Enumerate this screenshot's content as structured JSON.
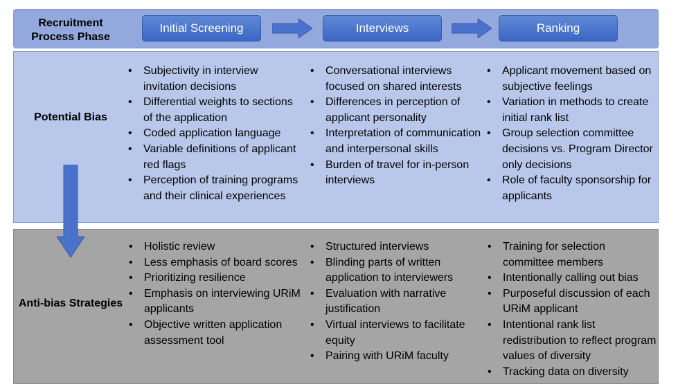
{
  "phases": {
    "row_label": "Recruitment Process Phase",
    "items": [
      "Initial Screening",
      "Interviews",
      "Ranking"
    ]
  },
  "potential_bias": {
    "row_label": "Potential Bias",
    "columns": [
      [
        "Subjectivity in interview invitation decisions",
        "Differential weights to sections of the application",
        "Coded application language",
        "Variable definitions of applicant red flags",
        "Perception of training programs and their clinical experiences"
      ],
      [
        "Conversational interviews focused on shared interests",
        "Differences in perception of applicant personality",
        "Interpretation of communication and interpersonal skills",
        "Burden of travel for in-person interviews"
      ],
      [
        "Applicant movement based on subjective feelings",
        "Variation in methods to create initial rank list",
        "Group selection committee decisions vs. Program Director only decisions",
        "Role of faculty sponsorship for applicants"
      ]
    ]
  },
  "anti_bias_strategies": {
    "row_label": "Anti-bias Strategies",
    "columns": [
      [
        "Holistic review",
        "Less emphasis of board scores",
        "Prioritizing resilience",
        "Emphasis on interviewing URiM applicants",
        "Objective written application assessment tool"
      ],
      [
        "Structured interviews",
        "Blinding parts of written application to interviewers",
        "Evaluation with narrative justification",
        "Virtual interviews to facilitate equity",
        "Pairing with URiM faculty"
      ],
      [
        "Training for selection committee members",
        "Intentionally calling out bias",
        "Purposeful discussion of each URiM applicant",
        "Intentional rank list redistribution to reflect program values of diversity",
        "Tracking data on diversity"
      ]
    ]
  },
  "colors": {
    "phase_band": "#93a8dc",
    "bias_band": "#b9c8ea",
    "strategy_band": "#a5a5a5",
    "arrow": "#4a72cc"
  }
}
